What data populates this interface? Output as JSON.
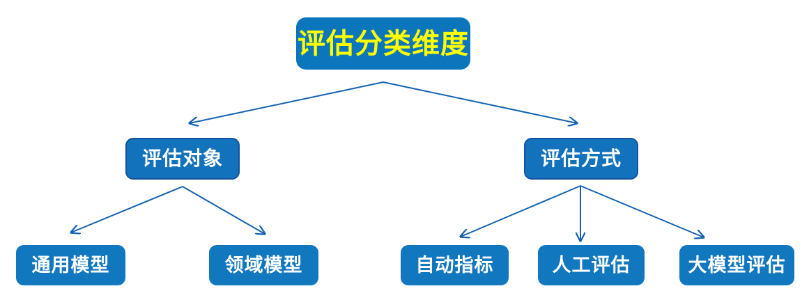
{
  "diagram": {
    "title_text": "评估分类维度",
    "colors": {
      "root_fill": "#0c76bd",
      "root_text": "#ffff00",
      "node_fill": "#1177bf",
      "node_border": "#12529f",
      "node_text": "#ffffff",
      "connector": "#1462b0",
      "background": "#ffffff"
    },
    "root": {
      "label": "评估分类维度"
    },
    "branches": [
      {
        "label": "评估对象",
        "children": [
          {
            "label": "通用模型"
          },
          {
            "label": "领域模型"
          }
        ]
      },
      {
        "label": "评估方式",
        "children": [
          {
            "label": "自动指标"
          },
          {
            "label": "人工评估"
          },
          {
            "label": "大模型评估"
          }
        ]
      }
    ]
  }
}
